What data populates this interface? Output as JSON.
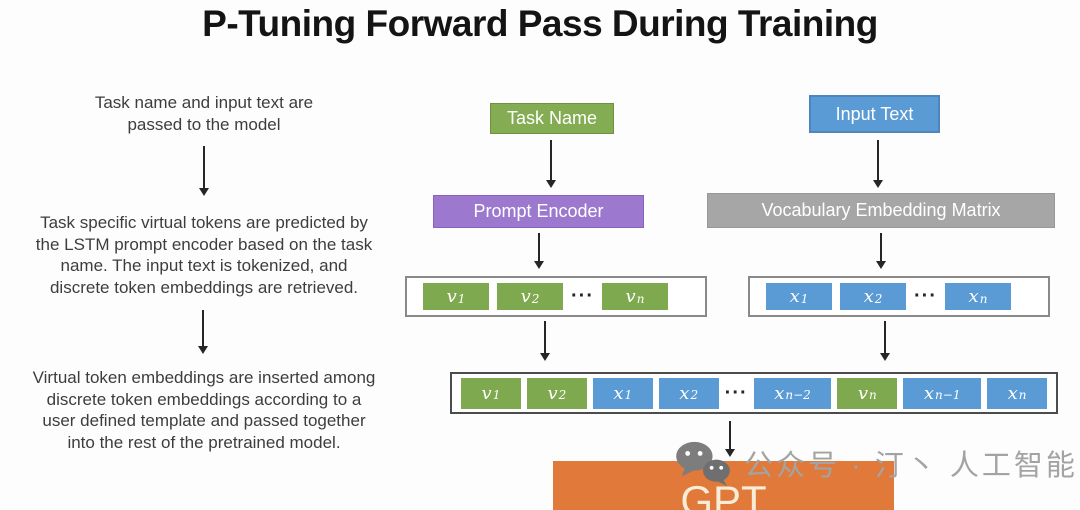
{
  "title": "P-Tuning Forward Pass During Training",
  "annotations": {
    "step1": "Task name and input text are\npassed to the model",
    "step2": "Task specific virtual tokens are predicted by\nthe LSTM prompt encoder based on the task\nname. The input text is tokenized, and\ndiscrete token embeddings are retrieved.",
    "step3": "Virtual token embeddings are inserted among\ndiscrete token embeddings according to a\nuser defined template and passed together\ninto the rest of the pretrained model."
  },
  "nodes": {
    "task_name": "Task Name",
    "input_text": "Input Text",
    "prompt_encoder": "Prompt Encoder",
    "vocab_matrix": "Vocabulary Embedding Matrix",
    "gpt": "GPT"
  },
  "ellipsis": "···",
  "token_rows": {
    "prompt_tokens": [
      {
        "base": "v",
        "sub": "1",
        "color": "green"
      },
      {
        "base": "v",
        "sub": "2",
        "color": "green"
      },
      {
        "dots": true
      },
      {
        "base": "v",
        "sub": "n",
        "color": "green"
      }
    ],
    "input_tokens": [
      {
        "base": "x",
        "sub": "1",
        "color": "blue"
      },
      {
        "base": "x",
        "sub": "2",
        "color": "blue"
      },
      {
        "dots": true
      },
      {
        "base": "x",
        "sub": "n",
        "color": "blue"
      }
    ],
    "combined_tokens": [
      {
        "base": "v",
        "sub": "1",
        "color": "green"
      },
      {
        "base": "v",
        "sub": "2",
        "color": "green"
      },
      {
        "base": "x",
        "sub": "1",
        "color": "blue"
      },
      {
        "base": "x",
        "sub": "2",
        "color": "blue"
      },
      {
        "dots": true
      },
      {
        "base": "x",
        "sub": "n−2",
        "color": "blue"
      },
      {
        "base": "v",
        "sub": "n",
        "color": "green"
      },
      {
        "base": "x",
        "sub": "n−1",
        "color": "blue"
      },
      {
        "base": "x",
        "sub": "n",
        "color": "blue"
      }
    ]
  },
  "watermark": {
    "icon": "wechat-icon",
    "text": "公众号 · 汀丶 人工智能"
  },
  "colors": {
    "green": "#7fa94e",
    "green_header": "#84ad53",
    "blue": "#5b9bd5",
    "purple": "#9c79cf",
    "gray": "#a6a6a6",
    "orange": "#e0793a",
    "arrow": "#262626",
    "note_text": "#3d3d3d",
    "watermark_gray": "#a3a3a3"
  }
}
